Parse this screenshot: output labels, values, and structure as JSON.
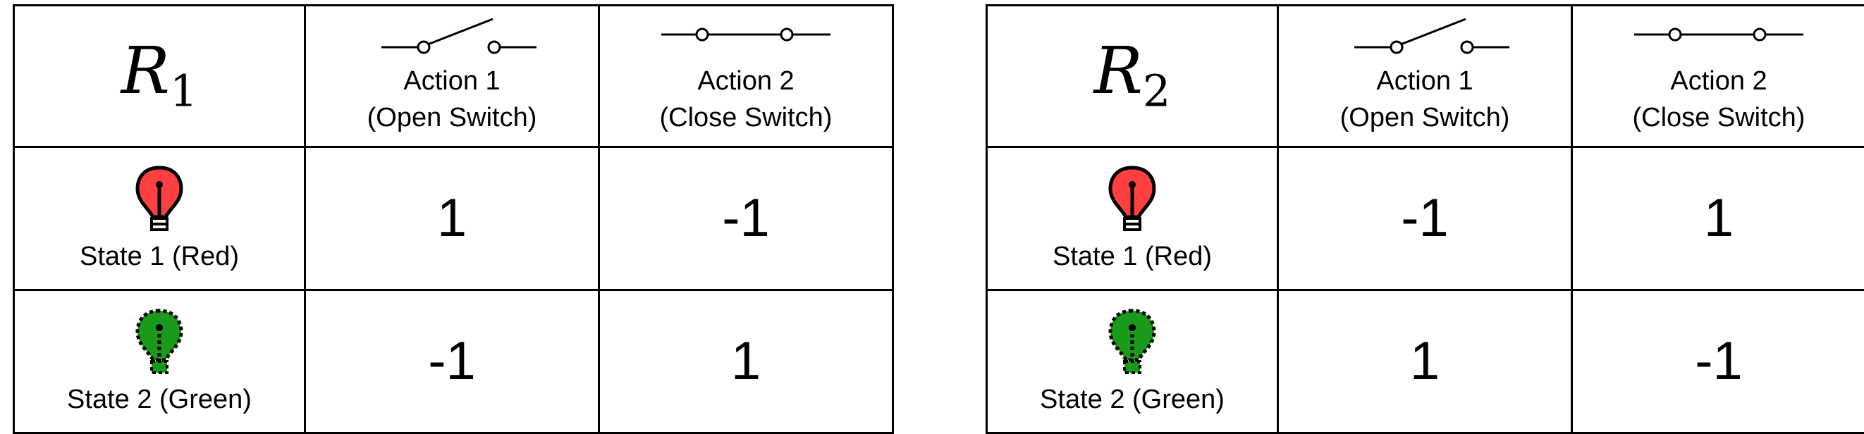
{
  "tables": [
    {
      "name": "R",
      "subscript": "1",
      "actions": [
        {
          "line1": "Action 1",
          "line2": "(Open Switch)",
          "icon": "open-switch-icon"
        },
        {
          "line1": "Action 2",
          "line2": "(Close Switch)",
          "icon": "closed-switch-icon"
        }
      ],
      "states": [
        {
          "label": "State 1 (Red)",
          "icon": "red-bulb-icon",
          "color": "#ff4040",
          "values": [
            "1",
            "-1"
          ]
        },
        {
          "label": "State 2 (Green)",
          "icon": "green-bulb-icon",
          "color": "#1a9a1a",
          "values": [
            "-1",
            "1"
          ]
        }
      ]
    },
    {
      "name": "R",
      "subscript": "2",
      "actions": [
        {
          "line1": "Action 1",
          "line2": "(Open Switch)",
          "icon": "open-switch-icon"
        },
        {
          "line1": "Action 2",
          "line2": "(Close Switch)",
          "icon": "closed-switch-icon"
        }
      ],
      "states": [
        {
          "label": "State 1 (Red)",
          "icon": "red-bulb-icon",
          "color": "#ff4040",
          "values": [
            "-1",
            "1"
          ]
        },
        {
          "label": "State 2 (Green)",
          "icon": "green-bulb-icon",
          "color": "#1a9a1a",
          "values": [
            "1",
            "-1"
          ]
        }
      ]
    }
  ]
}
